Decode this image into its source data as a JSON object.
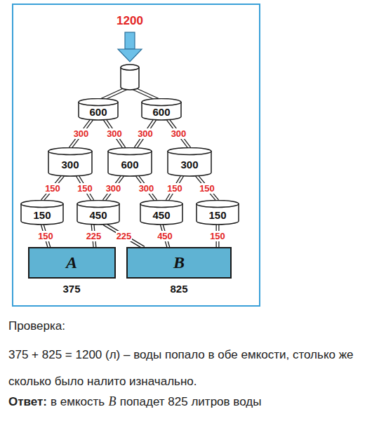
{
  "diagram": {
    "nodes": [
      {
        "text": [
          "600"
        ]
      },
      {
        "text": [
          "600"
        ]
      },
      {
        "text": [
          "300"
        ]
      },
      {
        "text": [
          "600"
        ]
      },
      {
        "text": [
          "300"
        ]
      },
      {
        "text": [
          "150"
        ]
      },
      {
        "text": [
          "450"
        ]
      },
      {
        "text": [
          "450"
        ]
      },
      {
        "text": [
          "150"
        ]
      },
      {
        "text": [
          "A",
          "375"
        ]
      },
      {
        "text": [
          "B",
          "825"
        ]
      }
    ],
    "edges": [
      {
        "from": 0,
        "to": 2,
        "label": "300",
        "arrow": "none"
      },
      {
        "from": 0,
        "to": 3,
        "label": "300",
        "arrow": "none"
      },
      {
        "from": 1,
        "to": 3,
        "label": "300",
        "arrow": "none"
      },
      {
        "from": 1,
        "to": 4,
        "label": "300",
        "arrow": "none"
      },
      {
        "from": 2,
        "to": 5,
        "label": "150",
        "arrow": "none"
      },
      {
        "from": 2,
        "to": 6,
        "label": "150",
        "arrow": "none"
      },
      {
        "from": 3,
        "to": 6,
        "label": "300",
        "arrow": "none"
      },
      {
        "from": 3,
        "to": 7,
        "label": "300",
        "arrow": "none"
      },
      {
        "from": 4,
        "to": 7,
        "label": "150",
        "arrow": "none"
      },
      {
        "from": 4,
        "to": 8,
        "label": "150",
        "arrow": "none"
      },
      {
        "from": 5,
        "to": 9,
        "label": "150",
        "arrow": "none"
      },
      {
        "from": 6,
        "to": 9,
        "label": "225",
        "arrow": "none"
      },
      {
        "from": 6,
        "to": 10,
        "label": "225",
        "arrow": "none"
      },
      {
        "from": 7,
        "to": 10,
        "label": "450",
        "arrow": "none"
      },
      {
        "from": 8,
        "to": 10,
        "label": "150",
        "arrow": "none"
      }
    ],
    "labels": [
      "1200",
      "Проверка:",
      "375 + 825 = 1200 (л) – воды попало в обе емкости, столько же сколько было налито изначально.",
      "Ответ:",
      "в емкость",
      "B",
      "попадет 825 литров воды"
    ]
  }
}
